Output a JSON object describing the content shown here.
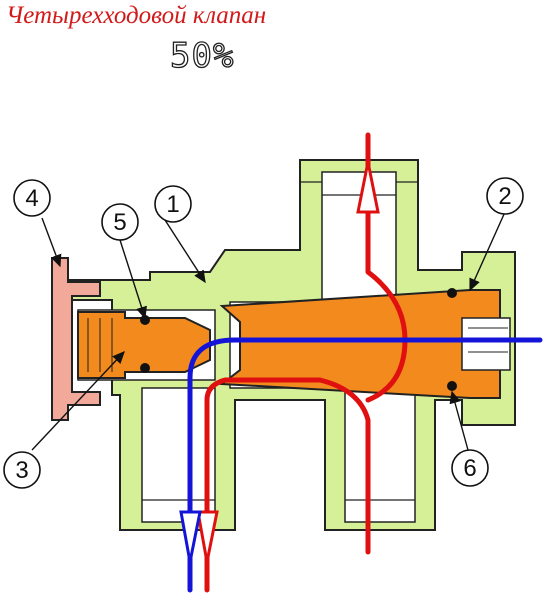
{
  "title": "Четырехходовой клапан",
  "scale_label": "50%",
  "callouts": [
    "1",
    "2",
    "3",
    "4",
    "5",
    "6"
  ],
  "colors": {
    "title": "#d11a1a",
    "body": "#d5f097",
    "spool": "#f28a1e",
    "cap": "#f2a99a",
    "hot_flow": "#e01010",
    "cold_flow": "#1414d8"
  }
}
